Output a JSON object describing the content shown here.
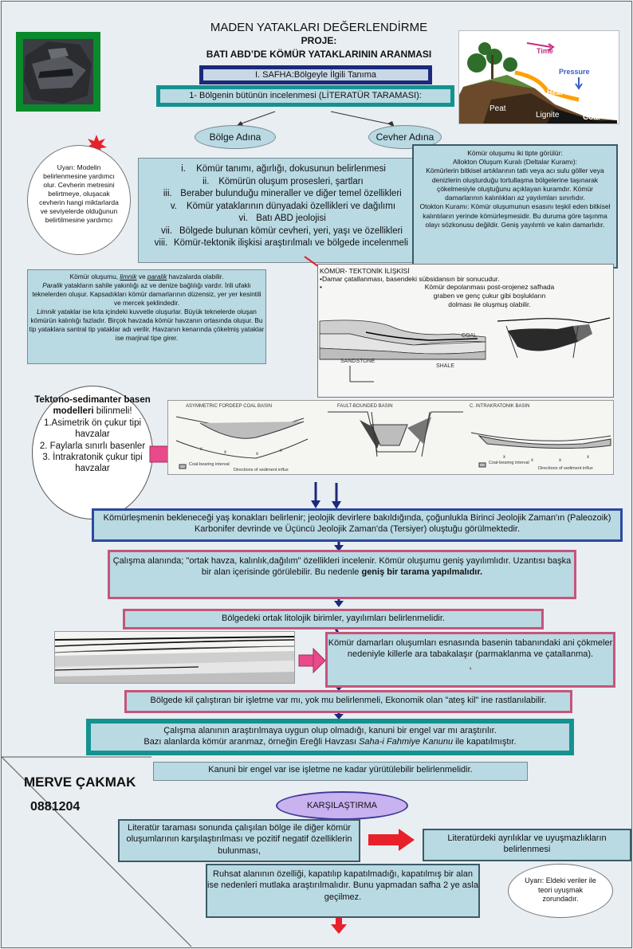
{
  "header": {
    "title": "MADEN YATAKLARI DEĞERLENDİRME",
    "proje_label": "PROJE:",
    "proje_title": "BATI ABD’DE KÖMÜR YATAKLARININ ARANMASI",
    "phase": "I. SAFHA:Bölgeyle İlgili Tanıma",
    "step1": "1- Bölgenin bütünün incelenmesi (LİTERATÜR TARAMASI):"
  },
  "figure_labels": {
    "time": "Time",
    "pressure": "Pressure",
    "heat": "Heat",
    "peat": "Peat",
    "lignite": "Lignite",
    "coal": "Coal",
    "coal_tag": "COAL",
    "shale": "SHALE",
    "sandstone": "SANDSTONE",
    "basin_a": "ASYMMETRIC FORDEEP COAL BASIN",
    "basin_b": "FAULT-BOUNDED BASIN",
    "basin_c": "C. INTRAKRATONIK BASIN",
    "legend_a": "Coal-bearing interval",
    "legend_a2": "Directions of sediment influx",
    "legend_c": "Coal-bearing interval",
    "legend_c2": "Directions of sediment influx"
  },
  "bolge_adina": "Bölge Adına",
  "cevher_adina": "Cevher Adına",
  "uyari_left": "Uyarı: Modelin belirlenmesine yardımcı olur. Cevherin metresini belirtmeye, oluşacak cevherin hangi miktarlarda ve seviyelerde olduğunun belirtilmesine yardımcı",
  "list_items": [
    {
      "num": "i.",
      "text": "Kömür tanımı, ağırlığı, dokusunun belirlenmesi"
    },
    {
      "num": "ii.",
      "text": "Kömürün oluşum prosesleri, şartları"
    },
    {
      "num": "iii.",
      "text": "Beraber bulunduğu mineraller ve diğer temel özellikleri"
    },
    {
      "num": "v.",
      "text": "Kömür yataklarının dünyadaki özellikleri ve dağılımı"
    },
    {
      "num": "vi.",
      "text": "Batı ABD jeolojisi"
    },
    {
      "num": "vii.",
      "text": "Bölgede bulunan kömür cevheri, yeri, yaşı ve özellikleri"
    },
    {
      "num": "viii.",
      "text": "Kömür-tektonik ilişkisi araştırılmalı ve bölgede incelenmeli"
    }
  ],
  "komur_olusumu": {
    "title": "Kömür oluşumu iki tipte görülür:",
    "line2": "Allokton Oluşum Kuralı (Deltalar Kuramı):",
    "body1": "Kömürlerin bitkisel artıklarının tatlı veya acı sulu göller veya denizlerin oluşturduğu tortullaşma bölgelerine taşınarak çökelmesiyle oluştuğunu açıklayan kuramdır. Kömür damarlarının kalınlıkları az yayılımları sınırlıdır.",
    "line3": "Otokton Kuramı: Kömür oluşumunun esasını teşkil eden bitkisel kalıntıların yerinde kömürleşmesidir. Bu duruma göre taşınma olayı sözkonusu değildir. Geniş yayılımlı ve kalın damarlıdır."
  },
  "havza_text": {
    "p1a": "Kömür oluşumu, ",
    "p1b": "limnik",
    "p1c": " ve ",
    "p1d": "paralik",
    "p1e": " havzalarda olabilir.",
    "p2a": "Paralik",
    "p2b": " yatakların sahile yakınlığı az ve denize bağlılığı vardır. İrili ufaklı teknelerden oluşur. Kapsadıkları kömür damarlarının düzensiz, yer yer kesintili ve mercek şeklindedir.",
    "p3a": "Limnik",
    "p3b": " yataklar ise kıta içindeki kuvvetle oluşurlar. Büyük teknelerde oluşan kömürün kalınlığı fazladır. Birçok havzada kömür havzanın ortasında oluşur. Bu tip yataklara santral tip yataklar adı verilir. Havzanın kenarında çökelmiş yataklar ise marjinal tipe girer."
  },
  "tektonik": {
    "title": "KÖMÜR- TEKTONİK İLİŞKİSİ",
    "l1": "•Damar çatallanması, basendeki sübsidansın bir sonucudur.",
    "l2": "•",
    "l3": "Kömür depolanması post-orojenez safhada graben ve genç çukur gibi boşlukların dolması ile oluşmuş olabilir."
  },
  "modeller": {
    "title": "Tektono-sedimanter basen modelleri",
    "after": " bilinmeli!",
    "l1": "1.Asimetrik ön çukur tipi havzalar",
    "l2": "2. Faylarla sınırlı basenler",
    "l3": "3. İntrakratonik çukur tipi havzalar"
  },
  "kometlesme": "Kömürleşmenin bekleneceği yaş konakları belirlenir; jeolojik devirlere bakıldığında, çoğunlukla Birinci Jeolojik Zaman'ın (Paleozoik) Karbonifer devrinde ve Üçüncü Jeolojik Zaman'da (Tersiyer) oluştuğu görülmektedir.",
  "calisma": {
    "a": "Çalışma alanında; \"ortak havza, kalınlık,dağılım\" özellikleri incelenir. Kömür oluşumu geniş yayılımlıdır. Uzantısı başka bir alan içerisinde görülebilir. Bu nedenle ",
    "b": "geniş bir tarama yapılmalıdır."
  },
  "litoloji": "Bölgedeki ortak litolojik birimler, yayılımları belirlenmelidir.",
  "damar": "Kömür damarları oluşumları esnasında basenin tabanındaki ani çökmeler nedeniyle killerle ara tabakalaşır (parmaklanma ve çatallanma).",
  "damar_tail": ",",
  "kil": "Bölgede kil çalıştıran bir işletme var mı, yok mu belirlenmeli, Ekonomik olan \"ateş kil\" ine rastlanılabilir.",
  "kanuni": {
    "a": "Çalışma alanının araştırılmaya uygun olup olmadığı, kanuni bir engel var mı araştırılır.",
    "b": "Bazı alanlarda kömür aranmaz, örneğin Ereğli Havzası ",
    "c": "Saha-i Fahmiye Kanunu",
    "d": " ile kapatılmıştır."
  },
  "engel": "Kanuni bir engel var ise işletme ne kadar yürütülebilir belirlenmelidir.",
  "author": {
    "name": "MERVE ÇAKMAK",
    "id": "0881204"
  },
  "karsilastirma": "KARŞILAŞTIRMA",
  "literatur": "Literatür taraması sonunda çalışılan bölge ile diğer kömür oluşumlarının karşılaştırılması ve pozitif negatif özelliklerin bulunması,",
  "ayriliklar": "Literatürdeki ayrılıklar ve uyuşmazlıkların belirlenmesi",
  "ruhsat": "Ruhsat alanının özelliği, kapatılıp kapatılmadığı, kapatılmış bir alan ise nedenleri mutlaka araştırılmalıdır. Bunu yapmadan safha 2 ye asla geçilmez.",
  "uyari_right": "Uyarı: Eldeki veriler ile teori uyuşmak zorundadır.",
  "colors": {
    "navy": "#1b2a7a",
    "teal": "#14928f",
    "pink": "#c6557a",
    "arrow_red": "#e8202a",
    "arrow_pink": "#e84a8a"
  }
}
